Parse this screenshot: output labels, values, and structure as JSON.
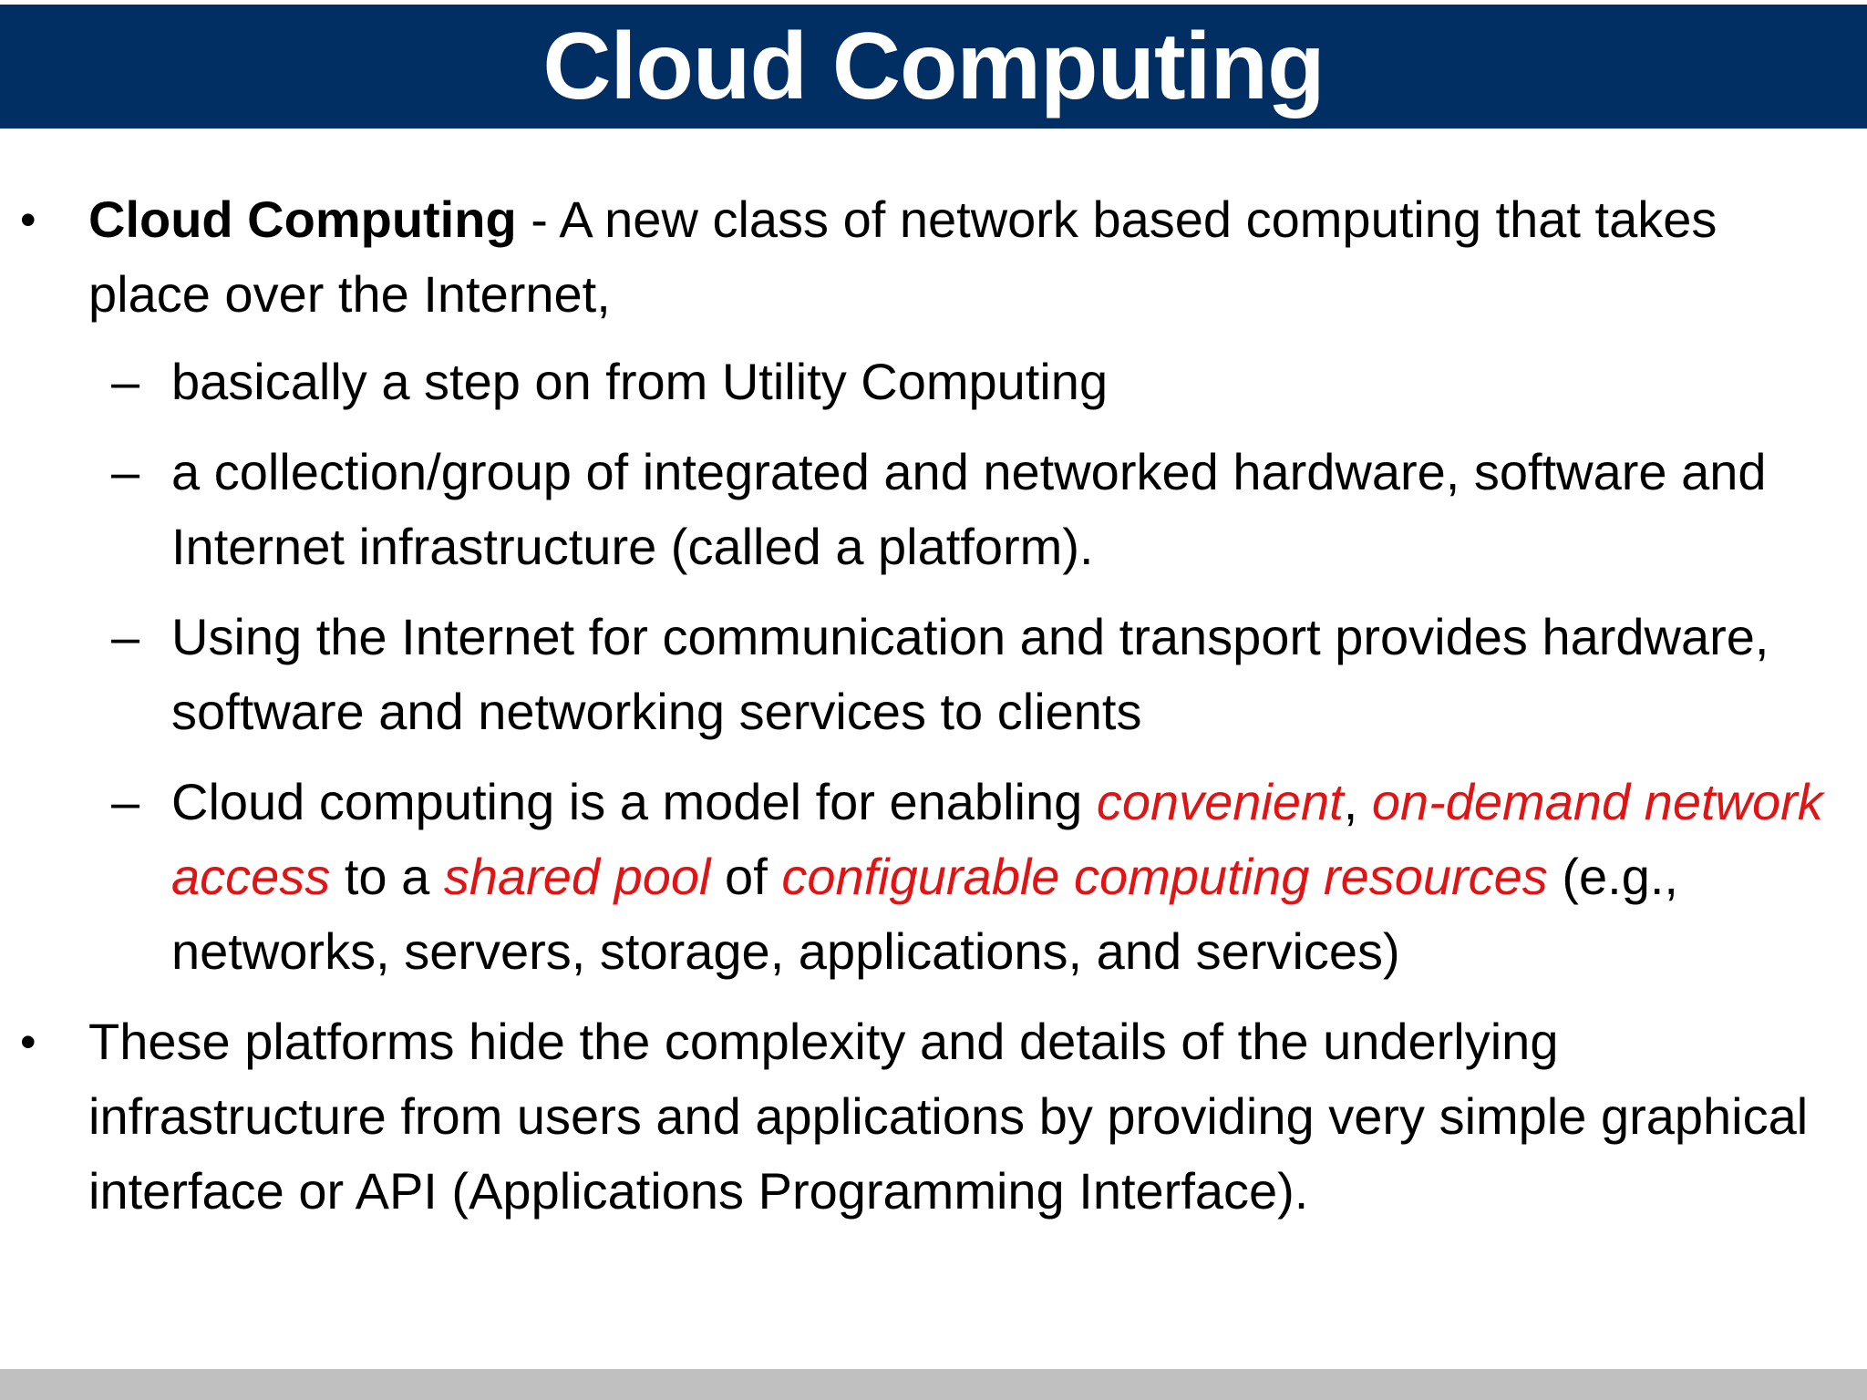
{
  "slide": {
    "title": "Cloud Computing",
    "bullet_marker": "•",
    "sub_marker": "–"
  },
  "bullet1": {
    "term": "Cloud Computing",
    "text": " -  A new class of network  based computing that takes place over the Internet,"
  },
  "sub1": {
    "text": "basically a step on from Utility Computing"
  },
  "sub2": {
    "text": "a collection/group of integrated and networked hardware, software and Internet infrastructure (called a platform)."
  },
  "sub3": {
    "text": "Using the Internet for communication and transport provides hardware, software and networking services to clients"
  },
  "sub4": {
    "t1": "Cloud computing is a model for enabling ",
    "e1": "convenient",
    "t2": ", ",
    "e2": "on-demand network access",
    "t3": " to a ",
    "e3": "shared pool",
    "t4": " of ",
    "e4": "configurable computing resources",
    "t5": " (e.g., networks, servers, storage, applications, and services)"
  },
  "bullet2": {
    "text": "These platforms hide the complexity and details of the underlying infrastructure from users and applications by providing very simple graphical interface or API (Applications Programming Interface)."
  },
  "colors": {
    "title_bar": "#012f64",
    "emphasis": "#e01414",
    "footer_bar": "#c0c0c0"
  }
}
